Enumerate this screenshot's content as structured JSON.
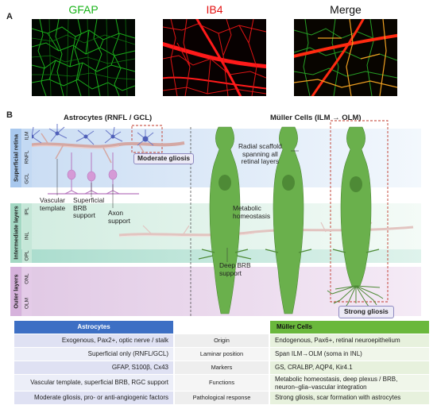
{
  "panel_a": {
    "letter": "A",
    "images": [
      {
        "label": "GFAP",
        "color": "#18b418"
      },
      {
        "label": "IB4",
        "color": "#e31010"
      },
      {
        "label": "Merge",
        "color": "#111111"
      }
    ]
  },
  "panel_b": {
    "letter": "B",
    "astro_title": "Astrocytes (RNFL / GCL)",
    "muller_title": "Müller Cells (ILM → OLM)",
    "layer_groups": [
      {
        "label": "Superficial retina",
        "color": "#cfe0f5"
      },
      {
        "label": "Intermediate layers",
        "color": "#cdeadd"
      },
      {
        "label": "Outer layers",
        "color": "#e3cde6"
      }
    ],
    "layers": [
      "ILM",
      "RNFL",
      "GCL",
      "IPL",
      "INL",
      "OPL",
      "ONL",
      "OLM"
    ],
    "labels": {
      "vascular_template": "Vascular\ntemplate",
      "superficial_brb": "Superficial\nBRB\nsupport",
      "axon_support": "Axon\nsupport",
      "moderate_gliosis": "Moderate gliosis",
      "radial_scaffold": "Radial scaffold\nspanning all\nretinal layers",
      "metabolic": "Metabolic\nhomeostasis",
      "deep_brb": "Deep BRB\nsupport",
      "strong_gliosis": "Strong gliosis"
    }
  },
  "table": {
    "left_header": "Astrocytes",
    "right_header": "Müller Cells",
    "rows": [
      {
        "left": "Exogenous, Pax2+, optic nerve / stalk",
        "mid": "Origin",
        "right": "Endogenous, Pax6+, retinal neuroepithelium"
      },
      {
        "left": "Superficial only (RNFL/GCL)",
        "mid": "Laminar position",
        "right": "Span ILM→OLM (soma in INL)"
      },
      {
        "left": "GFAP, S100β, Cx43",
        "mid": "Markers",
        "right": "GS, CRALBP, AQP4, Kir4.1"
      },
      {
        "left": "Vascular template, superficial BRB, RGC support",
        "mid": "Functions",
        "right": "Metabolic homeostasis, deep plexus / BRB,\nneuron–glia–vascular integration"
      },
      {
        "left": "Moderate gliosis, pro- or anti-angiogenic factors",
        "mid": "Pathological response",
        "right": "Strong gliosis, scar formation with astrocytes"
      }
    ],
    "colors": {
      "left_header": "#3d6fc4",
      "right_header": "#6ab83c",
      "left_row": "#dfe1f3",
      "right_row": "#e7f1dd"
    }
  }
}
